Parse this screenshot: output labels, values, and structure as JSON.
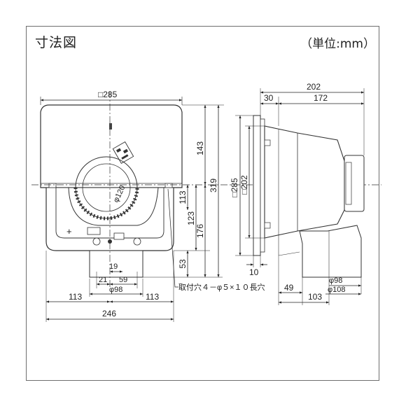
{
  "header": {
    "title": "寸法図",
    "unit": "（単位:mm）"
  },
  "front_view": {
    "hood_width": "□285",
    "height_hood": "143",
    "height_upper_body": "113",
    "height_body": "123",
    "height_duct_offset": "176",
    "height_total": "319",
    "height_lower": "53",
    "offset_center": "19",
    "offset_left": "21",
    "offset_right": "59",
    "duct_dia": "φ98",
    "side_left": "113",
    "side_right": "113",
    "body_width": "246",
    "fan_dia": "φ120",
    "mount_hole_note": "取付穴４－φ５×１０長穴"
  },
  "side_view": {
    "depth_total": "202",
    "flange": "30",
    "body_depth": "172",
    "plate_size": "□285",
    "body_size": "□202",
    "flange_thickness": "10",
    "duct_offset": "49",
    "duct_length": "103",
    "duct_inner": "φ98",
    "duct_outer": "φ108"
  }
}
